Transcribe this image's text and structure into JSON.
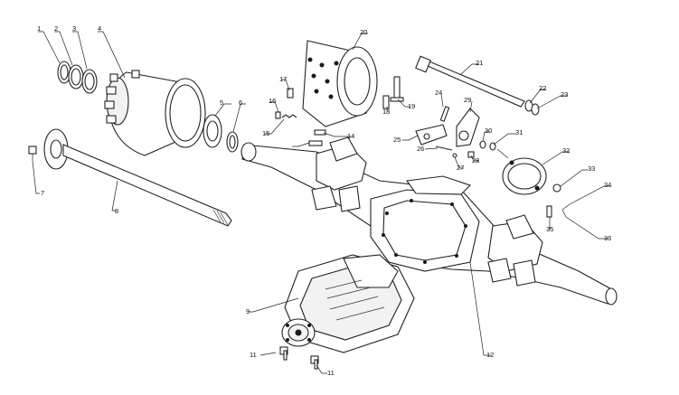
{
  "diagram": {
    "callouts": [
      "1",
      "2",
      "3",
      "4",
      "5",
      "6",
      "7",
      "8",
      "9",
      "11",
      "11",
      "12",
      "14",
      "15",
      "16",
      "17",
      "18",
      "19",
      "20",
      "21",
      "22",
      "23",
      "24",
      "25",
      "26",
      "27",
      "28",
      "29",
      "30",
      "31",
      "32",
      "33",
      "34",
      "35",
      "36"
    ]
  },
  "colors": {
    "line": "#222222",
    "background": "#ffffff"
  }
}
